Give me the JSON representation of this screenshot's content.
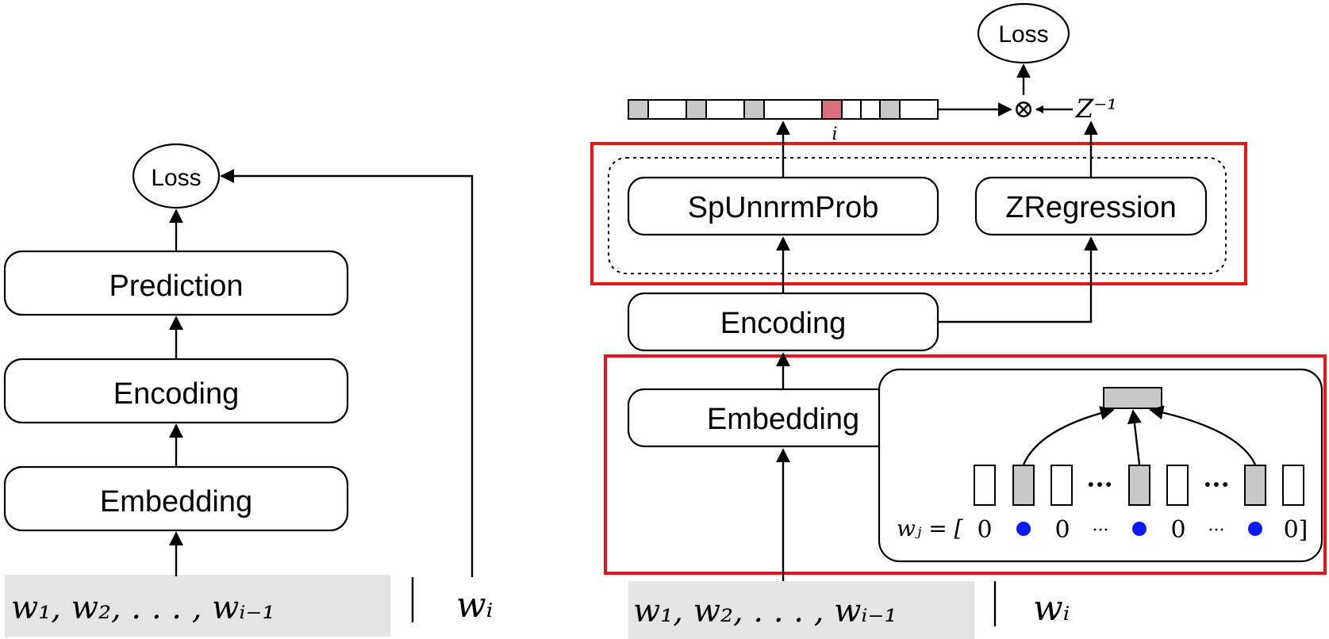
{
  "left": {
    "loss": "Loss",
    "prediction": "Prediction",
    "encoding": "Encoding",
    "embedding": "Embedding",
    "context": "w₁, w₂, . . . , wᵢ₋₁",
    "target": "wᵢ"
  },
  "right": {
    "loss": "Loss",
    "sp_unnrm_prob": "SpUnnrmProb",
    "z_regression": "ZRegression",
    "encoding": "Encoding",
    "embedding": "Embedding",
    "z_inverse": "Z⁻¹",
    "otimes": "⊗",
    "index_label": "i",
    "wj_label": "wⱼ = [",
    "vector_entries": [
      "0",
      "●",
      "0",
      "···",
      "●",
      "0",
      "···",
      "●",
      "0]"
    ],
    "context": "w₁, w₂, . . . , wᵢ₋₁",
    "target": "wᵢ",
    "ellipsis": "···"
  },
  "colors": {
    "highlight_red": "#e8141b",
    "selected_cell": "#d9707e",
    "gray_cell": "#c8c8c8",
    "dot_blue": "#0a1af5",
    "context_bg": "#e4e4e4"
  }
}
